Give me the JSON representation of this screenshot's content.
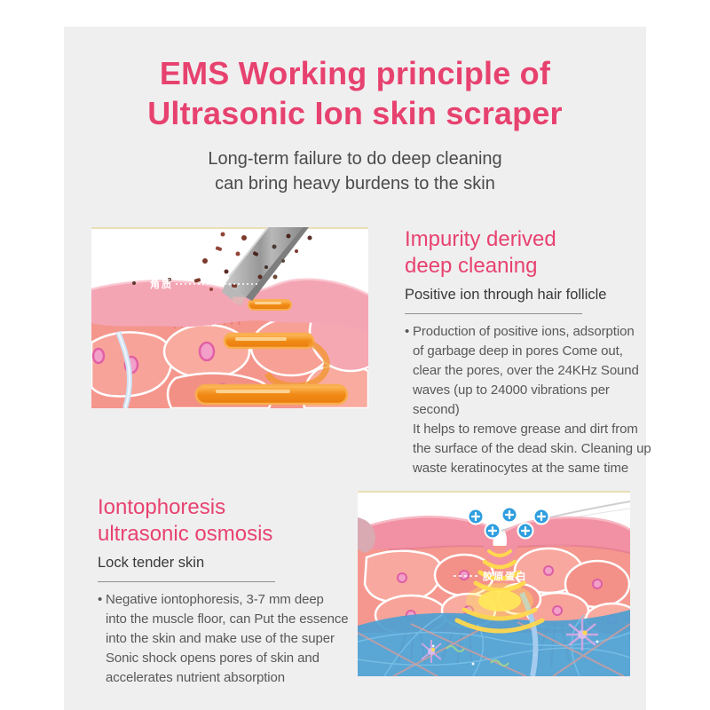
{
  "header": {
    "title_line1": "EMS Working principle of",
    "title_line2": "Ultrasonic Ion skin scraper",
    "subtitle_line1": "Long-term failure to do deep cleaning",
    "subtitle_line2": "can bring heavy burdens to the skin"
  },
  "sections": [
    {
      "heading_line1": "Impurity derived",
      "heading_line2": "deep cleaning",
      "subheading": "Positive ion through hair follicle",
      "bullet_marker": "•",
      "bullet_lines": [
        "Production of positive ions, adsorption",
        "of garbage deep in pores Come out,",
        "clear the pores, over the 24KHz Sound",
        "waves (up to 24000 vibrations per second)",
        "It helps to remove grease and dirt from",
        "the surface of the dead skin. Cleaning up",
        "waste keratinocytes at the same time"
      ],
      "image_label": "角质"
    },
    {
      "heading_line1": "Iontophoresis",
      "heading_line2": "ultrasonic osmosis",
      "subheading": "Lock tender skin",
      "bullet_marker": "•",
      "bullet_lines": [
        "Negative iontophoresis, 3-7 mm deep",
        "into the muscle floor, can Put the essence",
        "into the skin and make use of the super",
        "Sonic shock opens pores of skin and",
        "accelerates nutrient absorption"
      ],
      "image_label": "胶原蛋白"
    }
  ],
  "colors": {
    "accent_pink": "#e7426f",
    "body_text": "#585858",
    "subheading_text": "#383838",
    "panel_background": "#f0eff0",
    "page_background": "#ffffff",
    "divider": "#8f8f8f",
    "ion_badge_blue": "#2f9ede",
    "wave_yellow": "#ffd84e",
    "skin_pink": "#f4a5b4",
    "capsule_orange": "#f08a15"
  }
}
